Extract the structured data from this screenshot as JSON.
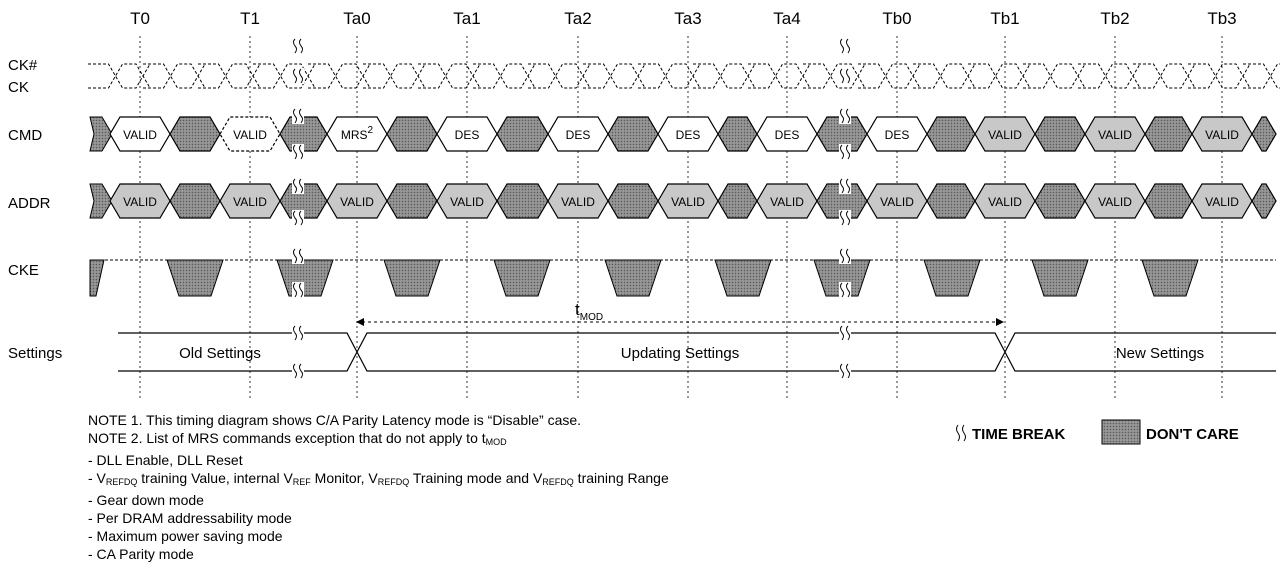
{
  "clock_labels": [
    "T0",
    "T1",
    "Ta0",
    "Ta1",
    "Ta2",
    "Ta3",
    "Ta4",
    "Tb0",
    "Tb1",
    "Tb2",
    "Tb3"
  ],
  "signal_labels": {
    "ck_n": "CK#",
    "ck": "CK",
    "cmd": "CMD",
    "addr": "ADDR",
    "cke": "CKE",
    "settings": "Settings"
  },
  "cmd_cells": [
    "VALID",
    "VALID",
    "MRS",
    "DES",
    "DES",
    "DES",
    "DES",
    "DES",
    "VALID",
    "VALID",
    "VALID"
  ],
  "cmd_mrs_superscript": "2",
  "addr_cells": [
    "VALID",
    "VALID",
    "VALID",
    "VALID",
    "VALID",
    "VALID",
    "VALID",
    "VALID",
    "VALID",
    "VALID",
    "VALID"
  ],
  "settings_phases": [
    "Old Settings",
    "Updating Settings",
    "New Settings"
  ],
  "timing_label": {
    "main": "t",
    "sub": "MOD"
  },
  "legend": {
    "time_break": "TIME BREAK",
    "dont_care": "DON'T CARE"
  },
  "notes": {
    "note1": "NOTE 1. This timing diagram shows C/A Parity Latency mode is “Disable” case.",
    "note2_prefix": "NOTE 2. List of MRS commands exception that do not apply to t",
    "note2_sub": "MOD",
    "items": [
      "- DLL Enable, DLL Reset",
      "- Gear down mode",
      "- Per DRAM addressability mode",
      "- Maximum power saving mode",
      "- CA Parity mode"
    ],
    "vref_line": {
      "p1": "- V",
      "s1": "REFDQ",
      "p2": " training Value, internal V",
      "s2": "REF",
      "p3": " Monitor, V",
      "s3": "REFDQ",
      "p4": " Training mode and V",
      "s4": "REFDQ",
      "p5": " training Range"
    }
  },
  "colors": {
    "dont_care_fill": "#8a8a8a",
    "valid_fill": "#c8c8c8",
    "line": "#000000"
  }
}
